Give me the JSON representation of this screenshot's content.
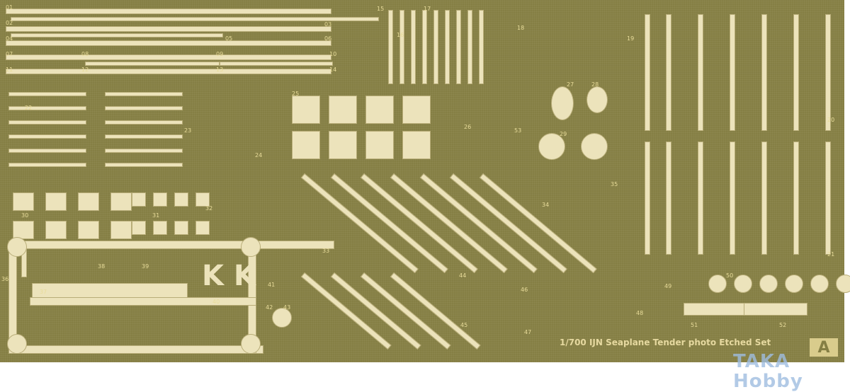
{
  "sheet_title": "1/700 IJN Seaplane Tender photo Etched Set",
  "brand_logo": "A",
  "watermark": "TAKA Hobby",
  "kk_letters": "K K",
  "part_numbers": [
    "01",
    "02",
    "03",
    "04",
    "05",
    "06",
    "07",
    "08",
    "09",
    "10",
    "11",
    "12",
    "13",
    "14",
    "15",
    "16",
    "17",
    "18",
    "19",
    "20",
    "21",
    "22",
    "23",
    "24",
    "25",
    "26",
    "27",
    "28",
    "29",
    "30",
    "31",
    "32",
    "33",
    "34",
    "35",
    "36",
    "37",
    "38",
    "39",
    "40",
    "41",
    "42",
    "43",
    "44",
    "45",
    "46",
    "47",
    "48",
    "49",
    "50",
    "51",
    "52",
    "53"
  ],
  "colors": {
    "sheet": "#857f44",
    "parts": "#ece3bb",
    "label": "#e8dc9a",
    "watermark": "#9fbde0"
  }
}
